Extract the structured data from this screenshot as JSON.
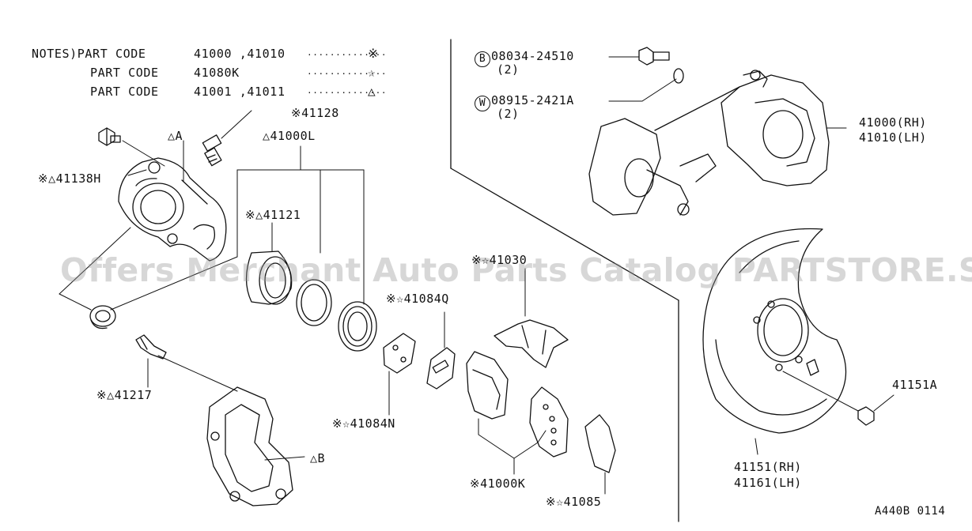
{
  "notes": [
    {
      "prefix": "NOTES)",
      "label": "PART CODE",
      "codes": "41000 ,41010",
      "dots": "..............",
      "mark": "※"
    },
    {
      "prefix": "",
      "label": "PART CODE",
      "codes": "41080K",
      "dots": "..............",
      "mark": "☆"
    },
    {
      "prefix": "",
      "label": "PART CODE",
      "codes": "41001 ,41011",
      "dots": "..............",
      "mark": "△"
    }
  ],
  "bolts": {
    "b_circle": "B",
    "b_part": "08034-24510",
    "b_qty": "(2)",
    "w_circle": "W",
    "w_part": "08915-2421A",
    "w_qty": "(2)"
  },
  "labels": {
    "p41128": "※41128",
    "pA": "△A",
    "p41000L": "△41000L",
    "p41138H": "※△41138H",
    "p41121": "※△41121",
    "p41030": "※☆41030",
    "p41084Q": "※☆41084Q",
    "p41217": "※△41217",
    "p41084N": "※☆41084N",
    "pB": "△B",
    "p41000K": "※41000K",
    "p41085": "※☆41085",
    "p41000RH": "41000(RH)",
    "p41010LH": "41010(LH)",
    "p41151A": "41151A",
    "p41151RH": "41151(RH)",
    "p41161LH": "41161(LH)"
  },
  "watermark": "Offers Merchant Auto Parts Catalog PARTSTORE.SA",
  "figure_code": "A440B 0114"
}
